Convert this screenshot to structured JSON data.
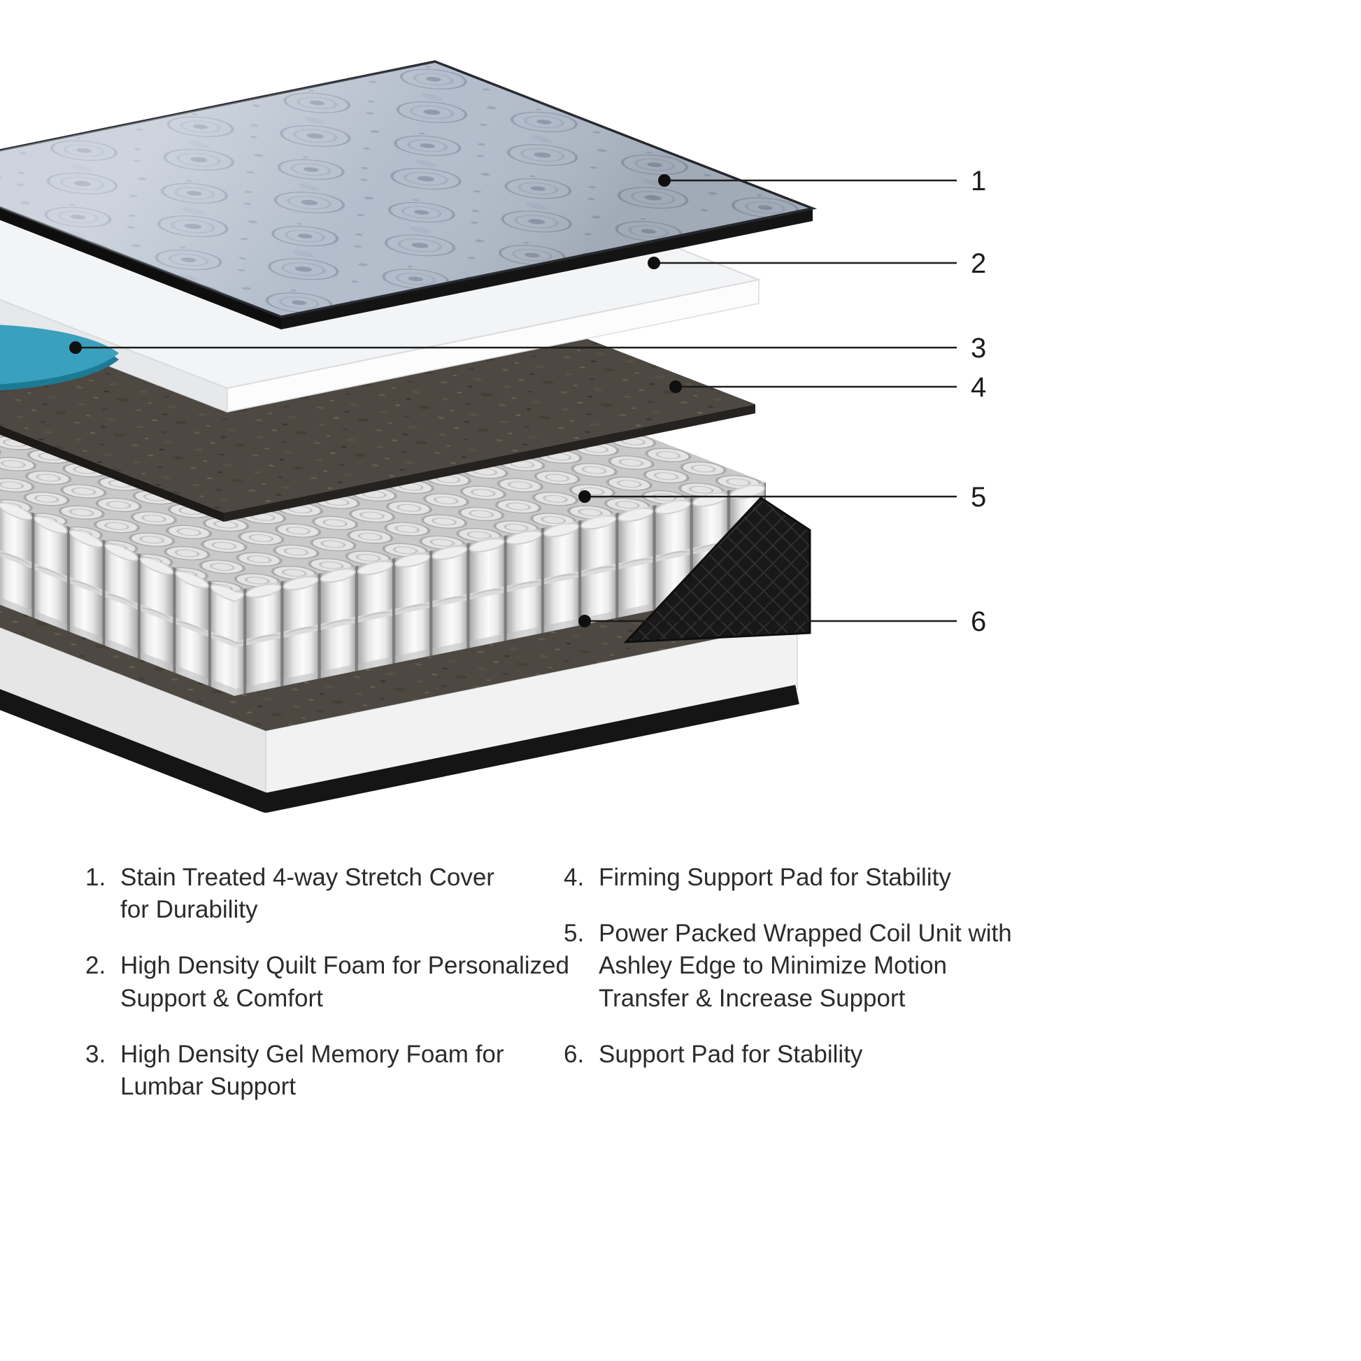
{
  "diagram": {
    "callouts": [
      {
        "number": "1"
      },
      {
        "number": "2"
      },
      {
        "number": "3"
      },
      {
        "number": "4"
      },
      {
        "number": "5"
      },
      {
        "number": "6"
      }
    ]
  },
  "legend": {
    "left": [
      {
        "num": "1.",
        "text": "Stain Treated 4-way Stretch Cover\nfor Durability"
      },
      {
        "num": "2.",
        "text": "High Density Quilt Foam for Personalized\nSupport & Comfort"
      },
      {
        "num": "3.",
        "text": "High Density Gel Memory Foam for\nLumbar Support"
      }
    ],
    "right": [
      {
        "num": "4.",
        "text": "Firming Support Pad for Stability"
      },
      {
        "num": "5.",
        "text": "Power Packed Wrapped Coil Unit with\nAshley Edge to Minimize Motion\nTransfer & Increase Support"
      },
      {
        "num": "6.",
        "text": "Support Pad for Stability"
      }
    ]
  },
  "palette": {
    "cover_fabric": "#b3bdcb",
    "gel_foam_teal": "#3aa0bd",
    "support_pad": "#4d4841",
    "coil_white": "#f3f3f3",
    "edge_black": "#161616",
    "text": "#2b2b2b"
  }
}
